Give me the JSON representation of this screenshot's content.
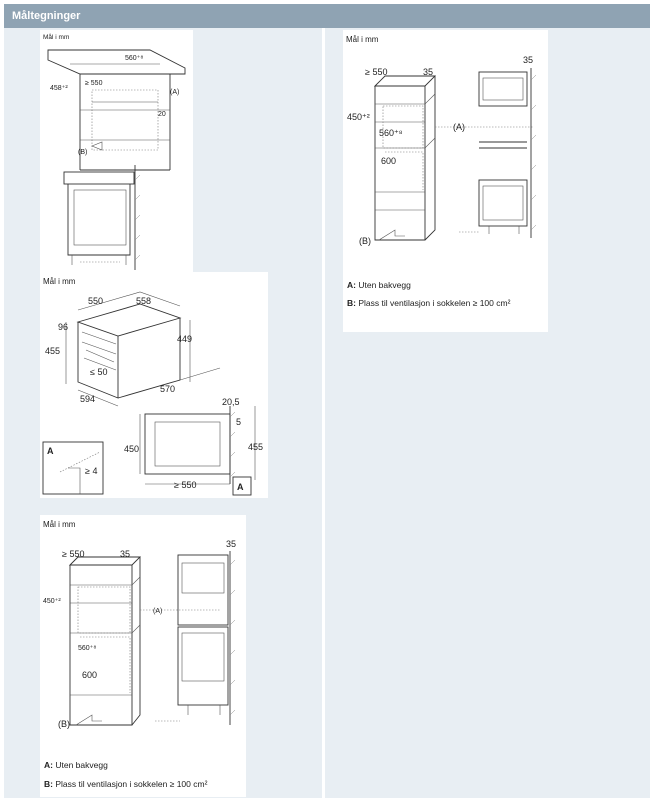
{
  "header": {
    "title": "Måltegninger"
  },
  "panels": {
    "top_left": {
      "caption": "Mål i mm",
      "dims": [
        "560⁺⁸",
        "≥ 550",
        "458⁺²",
        "(A)",
        "20",
        "(B)"
      ]
    },
    "mid_left": {
      "caption": "Mål i mm",
      "dims": [
        "550",
        "558",
        "96",
        "449",
        "455",
        "≤ 50",
        "570",
        "594",
        "20,5",
        "5",
        "450",
        "455",
        "≥ 550",
        "A",
        "A",
        "≥ 4"
      ]
    },
    "bottom_left": {
      "caption": "Mål i mm",
      "dims": [
        "≥ 550",
        "35",
        "35",
        "450⁺²",
        "(A)",
        "560⁺⁸",
        "600",
        "(B)"
      ],
      "legend_a_key": "A:",
      "legend_a_text": " Uten bakvegg",
      "legend_b_key": "B:",
      "legend_b_text": " Plass til ventilasjon i sokkelen ≥ 100 cm²"
    },
    "top_right": {
      "caption": "Mål i mm",
      "dims": [
        "≥ 550",
        "35",
        "35",
        "450⁺²",
        "(A)",
        "560⁺⁸",
        "600",
        "(B)"
      ],
      "legend_a_key": "A:",
      "legend_a_text": " Uten bakvegg",
      "legend_b_key": "B:",
      "legend_b_text": " Plass til ventilasjon i sokkelen ≥ 100 cm²"
    }
  }
}
